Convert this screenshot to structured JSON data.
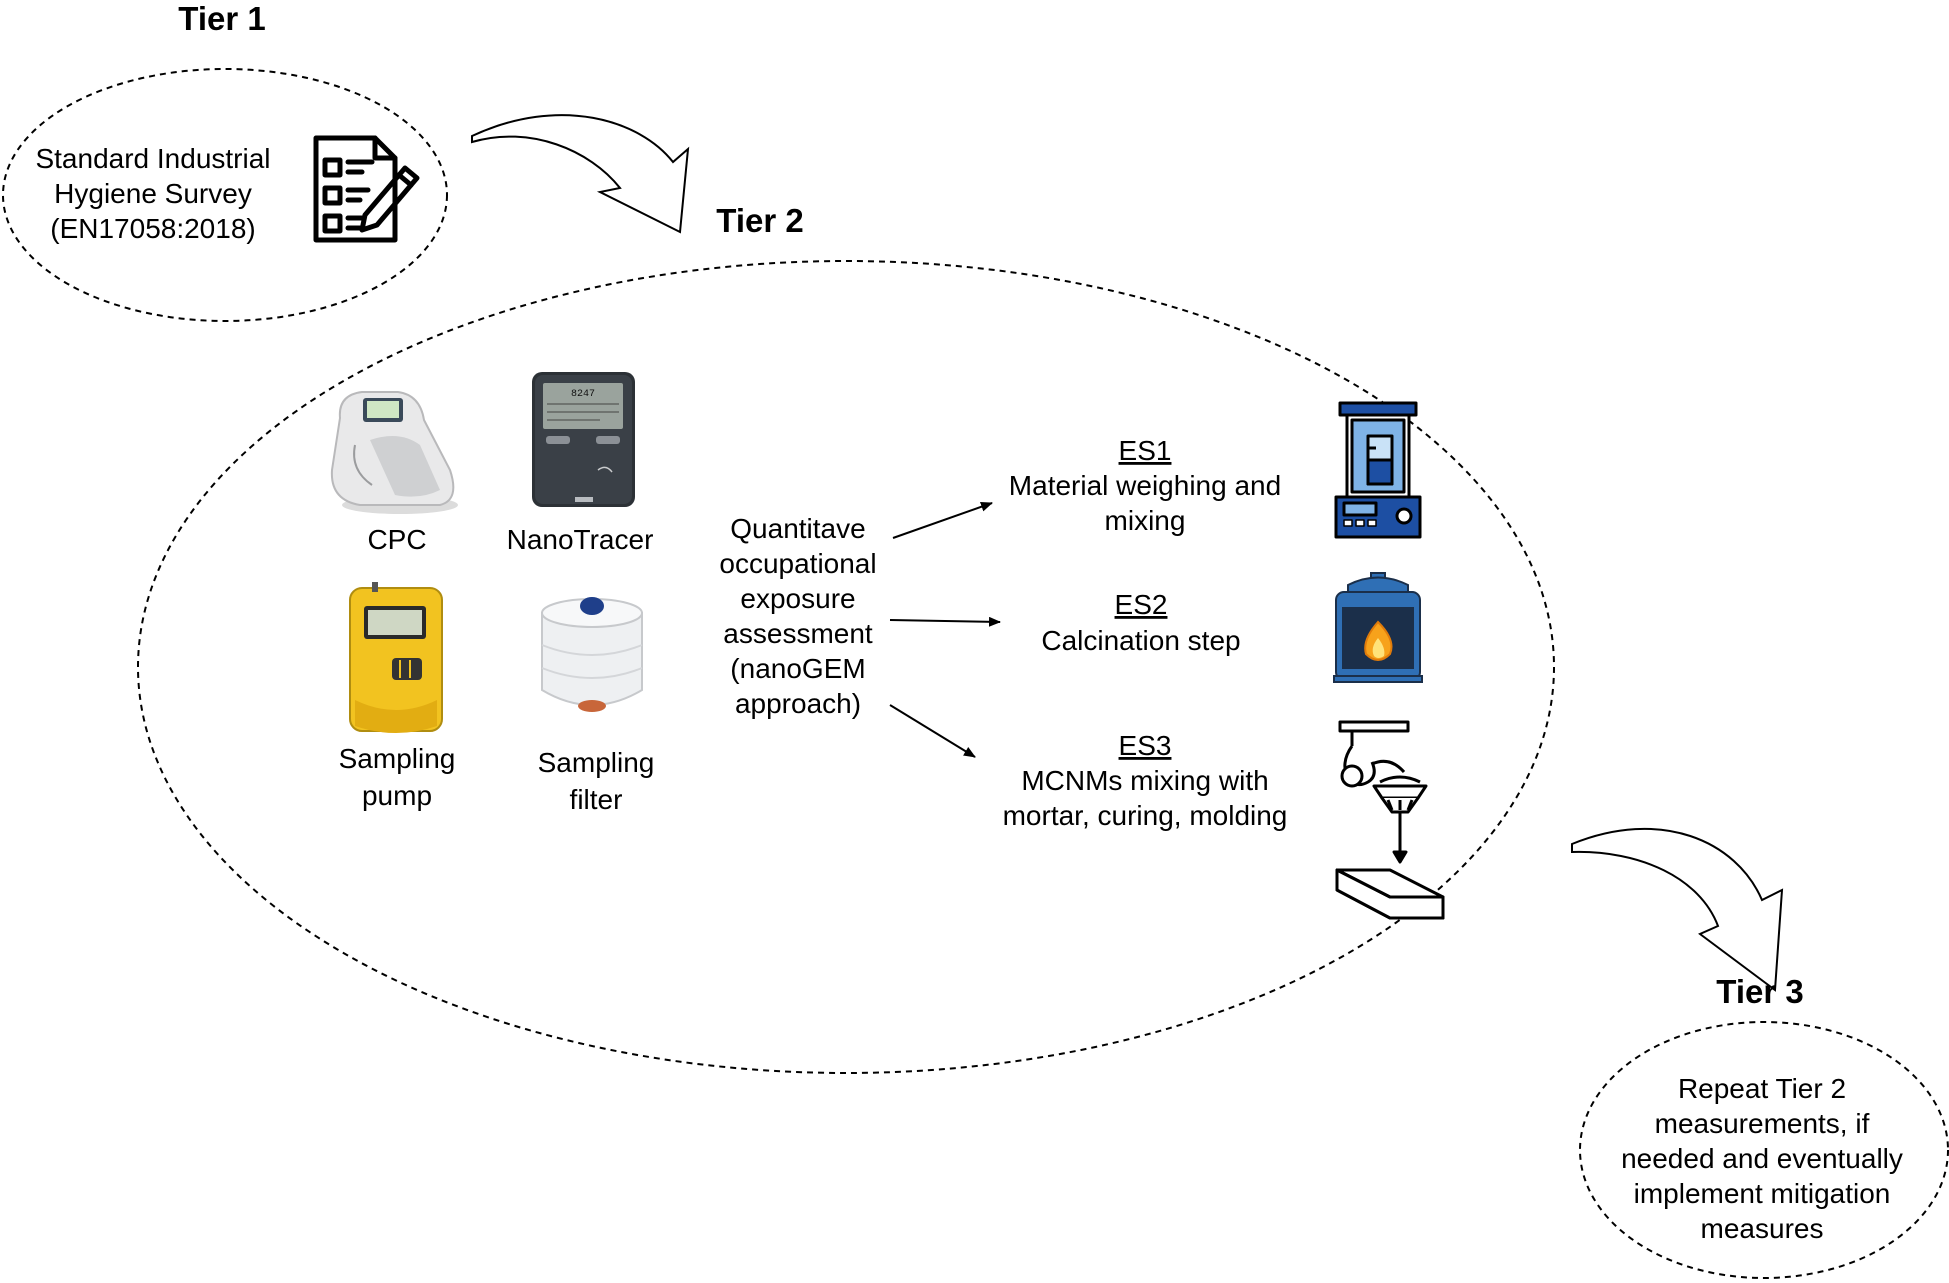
{
  "tiers": {
    "tier1": {
      "title": "Tier 1",
      "lines": [
        "Standard Industrial",
        "Hygiene Survey",
        "(EN17058:2018)"
      ],
      "icon": "checklist-icon"
    },
    "tier2": {
      "title": "Tier 2",
      "devices": {
        "cpc": "CPC",
        "nanotracer": "NanoTracer",
        "pump": [
          "Sampling",
          "pump"
        ],
        "filter": [
          "Sampling",
          "filter"
        ],
        "nanotracer_screen": "8247"
      },
      "approach": [
        "Quantitave",
        "occupational",
        "exposure",
        "assessment",
        "(nanoGEM",
        "approach)"
      ],
      "scenarios": [
        {
          "code": "ES1",
          "lines": [
            "Material weighing and",
            "mixing"
          ],
          "icon": "balance-icon"
        },
        {
          "code": "ES2",
          "lines": [
            "Calcination step"
          ],
          "icon": "furnace-icon"
        },
        {
          "code": "ES3",
          "lines": [
            "MCNMs mixing with",
            "mortar, curing, molding"
          ],
          "icon": "mixer-mold-icon"
        }
      ]
    },
    "tier3": {
      "title": "Tier 3",
      "lines": [
        "Repeat Tier 2",
        "measurements, if",
        "needed and eventually",
        "implement mitigation",
        "measures"
      ]
    }
  },
  "colors": {
    "balance_blue": "#1d4fa3",
    "furnace_blue": "#2f6fb5",
    "flame_orange": "#f7a21b",
    "pump_yellow": "#f2c320",
    "device_dark": "#2c3136"
  }
}
